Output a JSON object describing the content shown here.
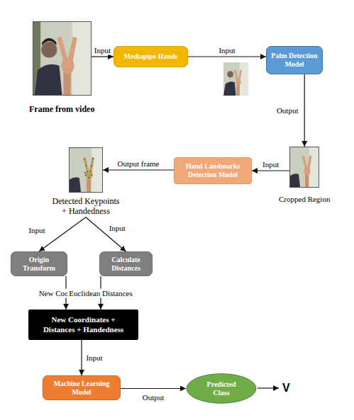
{
  "diagram": {
    "nodes": [
      {
        "text": [
          "Frame from video"
        ]
      },
      {
        "text": [
          "Mediapipe Hands"
        ]
      },
      {
        "text": [
          "Palm Detection Model"
        ]
      },
      {
        "text": [
          "Cropped Region"
        ]
      },
      {
        "text": [
          "Hand Landmarks Detection Model"
        ]
      },
      {
        "text": [
          "Detected Keypoints + Handedness"
        ]
      },
      {
        "text": [
          "Origin Transform"
        ]
      },
      {
        "text": [
          "Calculate Distances"
        ]
      },
      {
        "text": [
          "New Coordinates + Distances + Handedness"
        ]
      },
      {
        "text": [
          "Machine Learning Model"
        ]
      },
      {
        "text": [
          "Predicted Class"
        ]
      }
    ],
    "edges": [
      {
        "from": 0,
        "to": 1,
        "label": "Input",
        "arrow": "to"
      },
      {
        "from": 1,
        "to": 2,
        "label": "Input",
        "arrow": "to"
      },
      {
        "from": 2,
        "to": 3,
        "label": "Output",
        "arrow": "to"
      },
      {
        "from": 3,
        "to": 4,
        "label": "Input",
        "arrow": "to"
      },
      {
        "from": 4,
        "to": 5,
        "label": "Output frame",
        "arrow": "to"
      },
      {
        "from": 5,
        "to": 6,
        "label": "Input",
        "arrow": "to"
      },
      {
        "from": 5,
        "to": 7,
        "label": "Input",
        "arrow": "to"
      },
      {
        "from": 6,
        "to": 8,
        "label": "New Coordinates",
        "arrow": "to"
      },
      {
        "from": 7,
        "to": 8,
        "label": "Euclidean Distances",
        "arrow": "to"
      },
      {
        "from": 8,
        "to": 9,
        "label": "Input",
        "arrow": "to"
      },
      {
        "from": 9,
        "to": 10,
        "label": "Output",
        "arrow": "to"
      }
    ],
    "labels": [
      "V"
    ]
  }
}
